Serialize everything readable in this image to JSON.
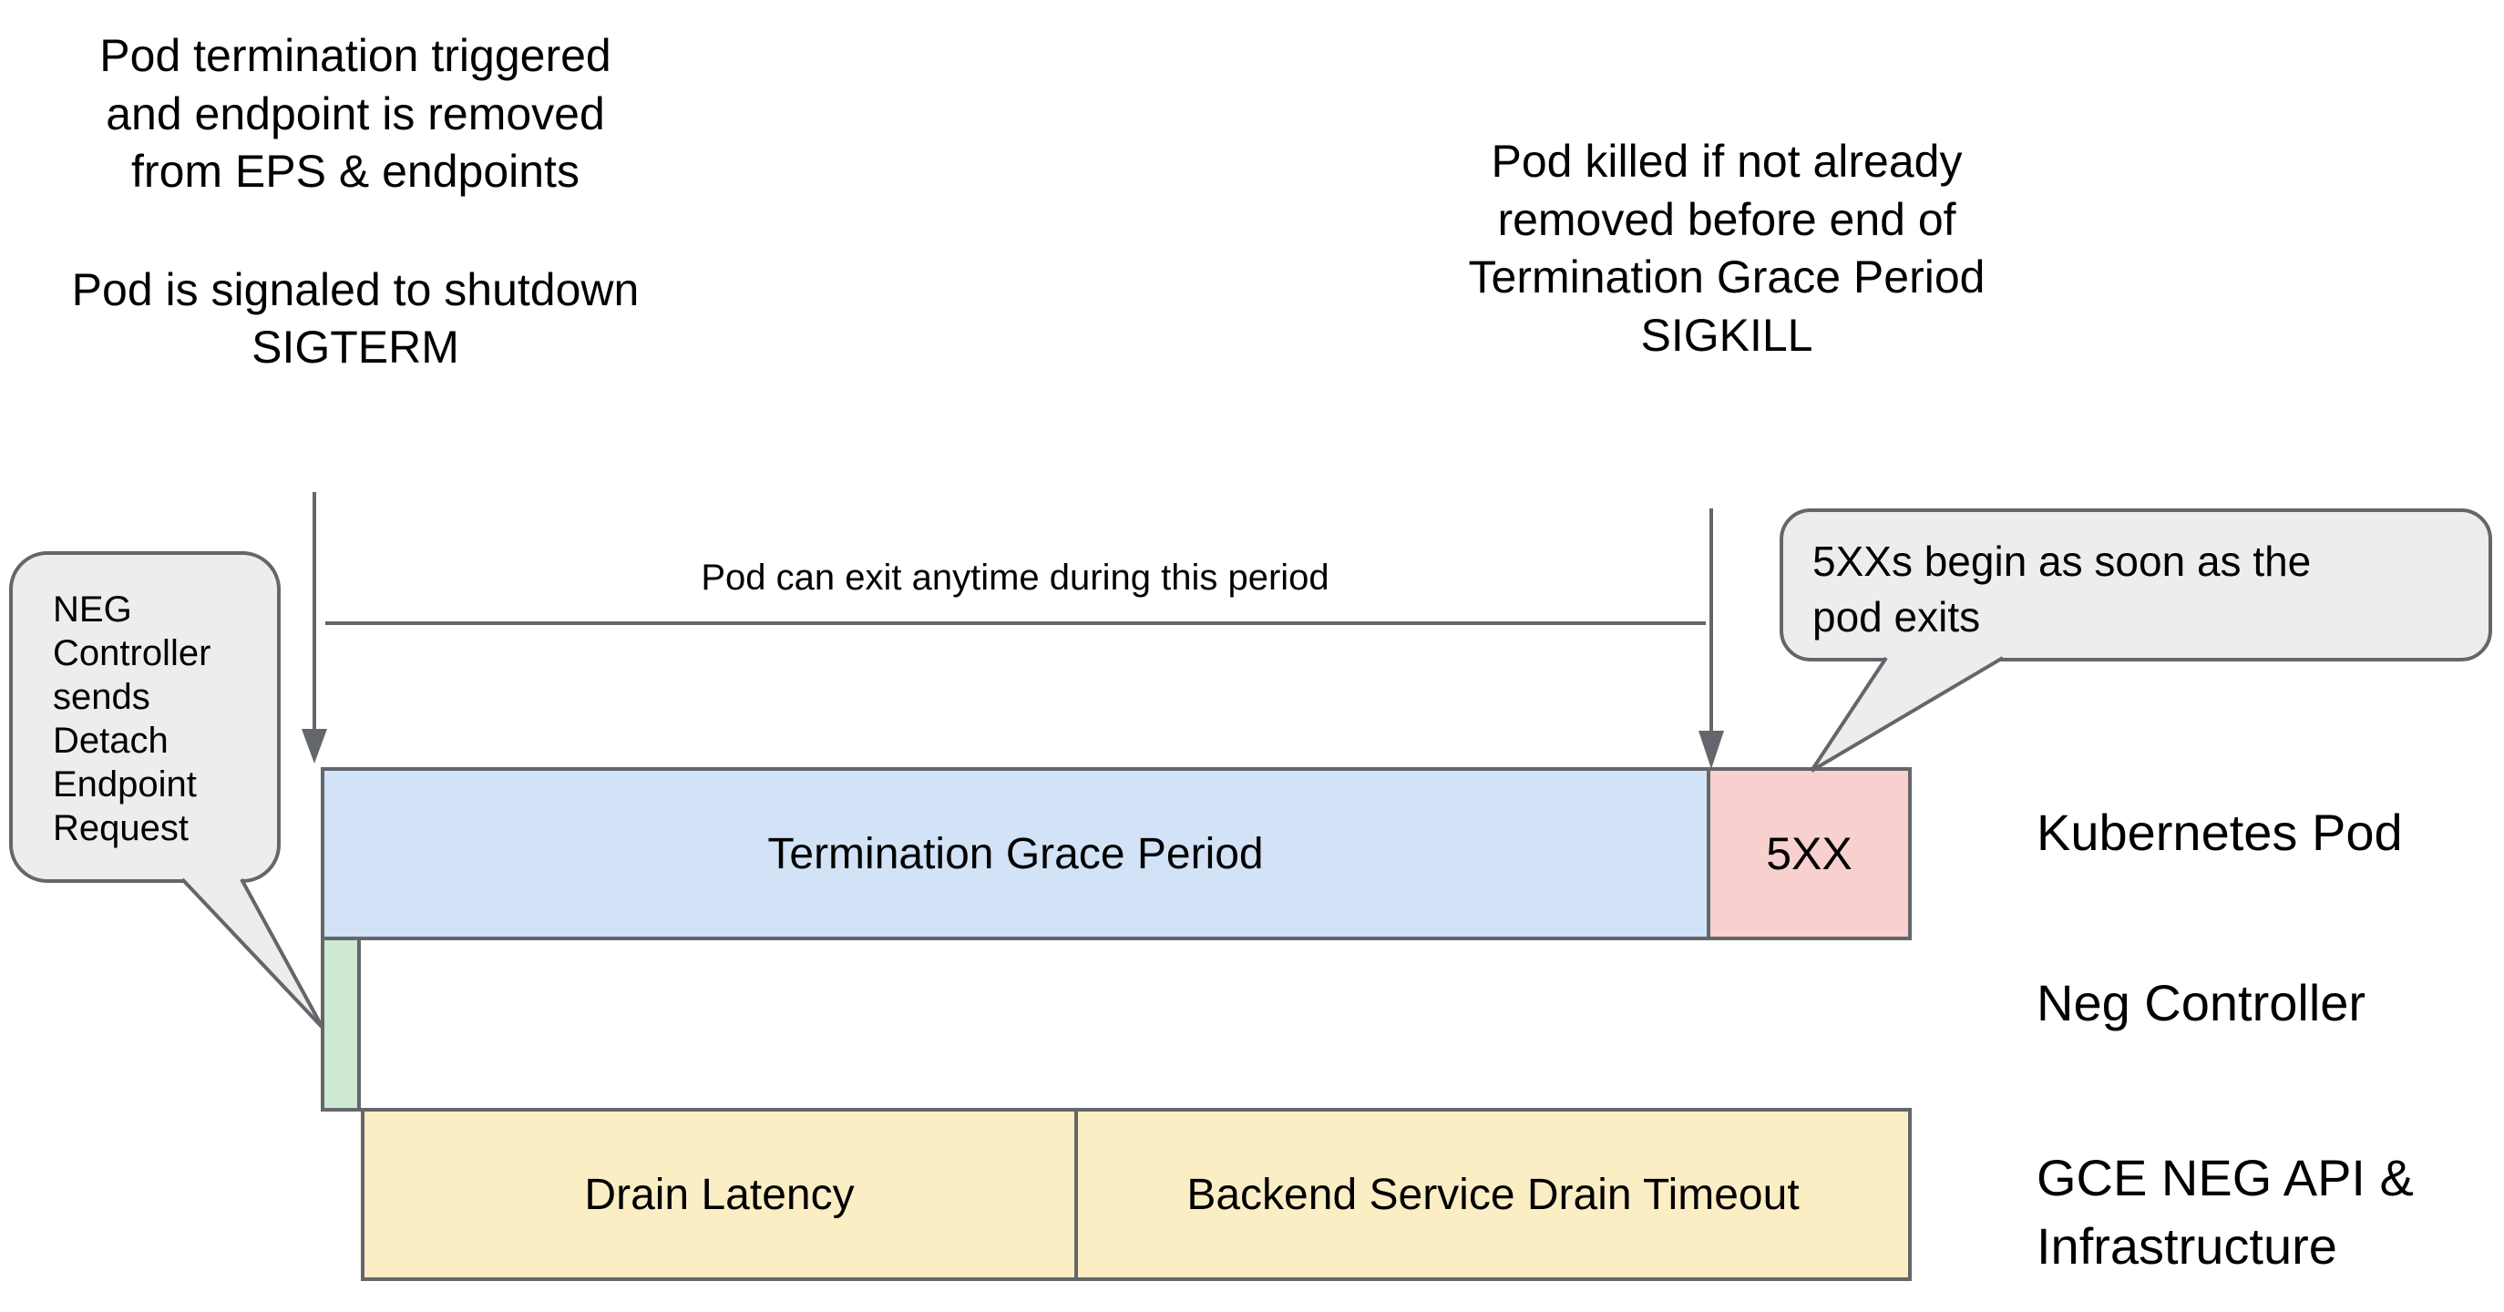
{
  "notes": {
    "pod_termination": "Pod termination triggered\nand endpoint is removed\nfrom EPS & endpoints",
    "pod_shutdown": "Pod is signaled to shutdown\nSIGTERM",
    "pod_killed": "Pod killed if not already\nremoved before end of\nTermination Grace Period\nSIGKILL",
    "exit_window": "Pod can exit anytime during this period"
  },
  "callouts": {
    "neg_controller": "NEG\nController\nsends\nDetach\nEndpoint\nRequest",
    "five_xx_begin": "5XXs begin as soon as the\npod exits"
  },
  "bars": {
    "termination_grace_period": "Termination Grace Period",
    "five_xx": "5XX",
    "drain_latency": "Drain Latency",
    "backend_drain_timeout": "Backend Service Drain Timeout"
  },
  "row_labels": {
    "kubernetes_pod": "Kubernetes Pod",
    "neg_controller": "Neg Controller",
    "gce_infra": "GCE NEG API &\nInfrastructure"
  },
  "colors": {
    "grace_period_blue": "#d2e2f7",
    "error_pink": "#f8d0cf",
    "detach_green": "#cde8d3",
    "drain_yellow": "#fceec4",
    "callout_fill": "#ededed",
    "stroke_gray": "#63666a",
    "text": "#000000"
  }
}
